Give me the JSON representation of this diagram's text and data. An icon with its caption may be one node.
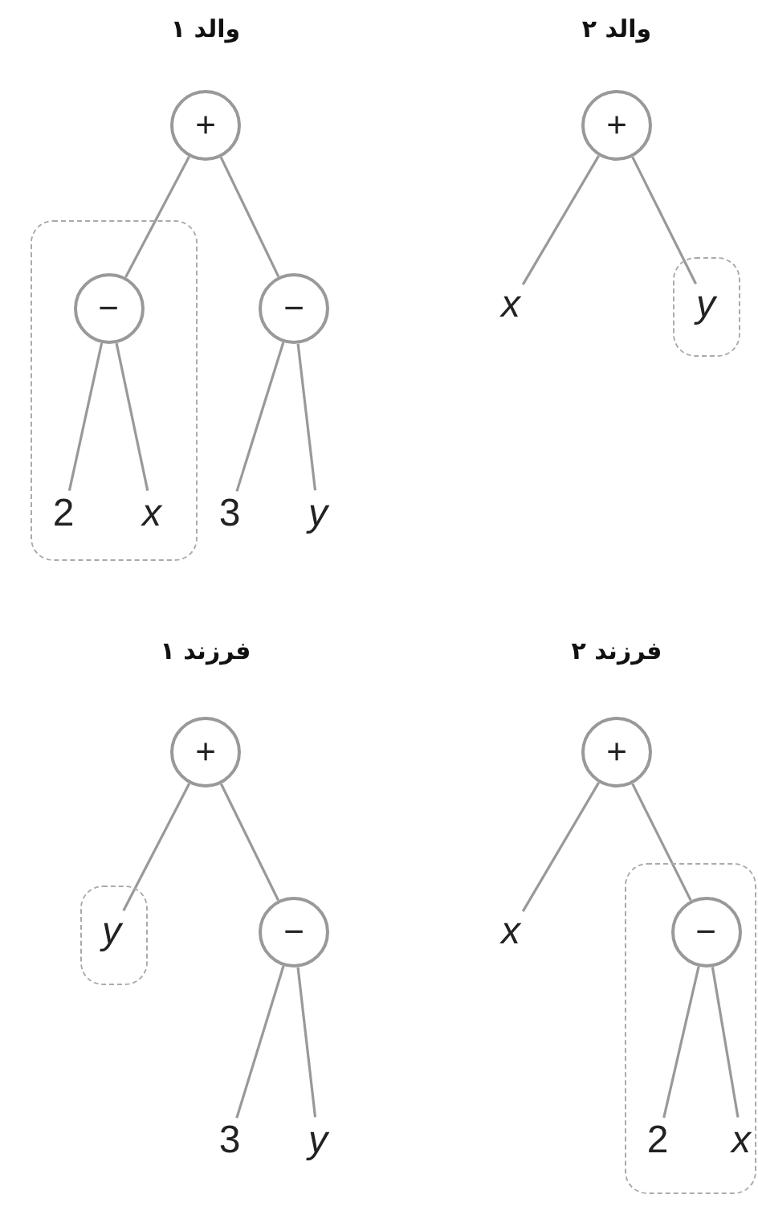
{
  "diagram": {
    "nodes": [
      {
        "text": [
          "+"
        ]
      },
      {
        "text": [],
        "shape": "box"
      },
      {
        "text": [
          "−"
        ],
        "in": 1
      },
      {
        "text": [
          "2"
        ],
        "in": 1
      },
      {
        "text": [
          "x"
        ],
        "in": 1
      },
      {
        "text": [
          "−"
        ]
      },
      {
        "text": [
          "3"
        ]
      },
      {
        "text": [
          "y"
        ]
      },
      {
        "text": [
          "+"
        ]
      },
      {
        "text": [
          "x"
        ]
      },
      {
        "text": [],
        "shape": "box"
      },
      {
        "text": [
          "y"
        ],
        "in": 10
      },
      {
        "text": [
          "+"
        ]
      },
      {
        "text": [],
        "shape": "box"
      },
      {
        "text": [
          "y"
        ],
        "in": 13
      },
      {
        "text": [
          "−"
        ]
      },
      {
        "text": [
          "3"
        ]
      },
      {
        "text": [
          "y"
        ]
      },
      {
        "text": [
          "+"
        ]
      },
      {
        "text": [
          "x"
        ]
      },
      {
        "text": [],
        "shape": "box"
      },
      {
        "text": [
          "−"
        ],
        "in": 20
      },
      {
        "text": [
          "2"
        ],
        "in": 20
      },
      {
        "text": [
          "x"
        ],
        "in": 20
      }
    ],
    "edges": [
      {
        "from": 0,
        "to": 2,
        "arrow": "none"
      },
      {
        "from": 0,
        "to": 5,
        "arrow": "none"
      },
      {
        "from": 2,
        "to": 3,
        "arrow": "none"
      },
      {
        "from": 2,
        "to": 4,
        "arrow": "none"
      },
      {
        "from": 5,
        "to": 6,
        "arrow": "none"
      },
      {
        "from": 5,
        "to": 7,
        "arrow": "none"
      },
      {
        "from": 8,
        "to": 9,
        "arrow": "none"
      },
      {
        "from": 8,
        "to": 11,
        "arrow": "none"
      },
      {
        "from": 12,
        "to": 14,
        "arrow": "none"
      },
      {
        "from": 12,
        "to": 15,
        "arrow": "none"
      },
      {
        "from": 15,
        "to": 16,
        "arrow": "none"
      },
      {
        "from": 15,
        "to": 17,
        "arrow": "none"
      },
      {
        "from": 18,
        "to": 19,
        "arrow": "none"
      },
      {
        "from": 18,
        "to": 21,
        "arrow": "none"
      },
      {
        "from": 21,
        "to": 22,
        "arrow": "none"
      },
      {
        "from": 21,
        "to": 23,
        "arrow": "none"
      }
    ],
    "labels": [
      "والد ۱",
      "والد ۲",
      "فرزند ۱",
      "فرزند ۲"
    ]
  }
}
